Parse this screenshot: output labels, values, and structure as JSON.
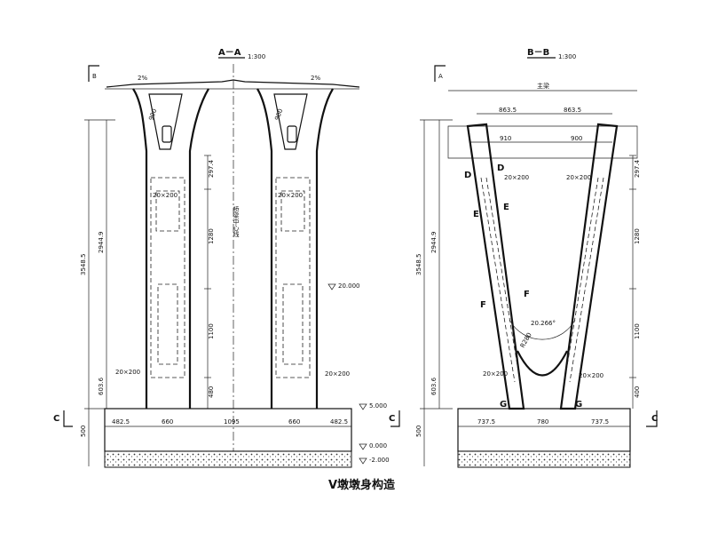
{
  "caption": "V墩墩身构造",
  "view_a": {
    "title": "A－A",
    "scale": "1:300",
    "marker_b": "B",
    "slope_left": "2%",
    "slope_right": "2%",
    "center_line_label": "桥梁中心线",
    "marker_c": "C",
    "dims": {
      "total_height": "3548.5",
      "upper_height": "2944.9",
      "lower_height": "603.6",
      "foot_height": "500",
      "seg1": "297.4",
      "seg2": "1280",
      "seg3": "1100",
      "seg4": "480",
      "head": "900",
      "base1": "482.5",
      "base2": "660",
      "base3": "1095",
      "base4": "660",
      "base5": "482.5"
    },
    "rebar": [
      "20×200",
      "20×200",
      "20×200",
      "20×200"
    ],
    "levels": [
      "20.000",
      "5.000",
      "0.000",
      "-2.000"
    ]
  },
  "view_b": {
    "title": "B－B",
    "scale": "1:300",
    "marker_a": "A",
    "main_beam": "主梁",
    "marker_c": "C",
    "dims": {
      "top1": "863.5",
      "top2": "863.5",
      "mid1": "910",
      "mid2": "900",
      "total_height": "3548.5",
      "upper_height": "2944.9",
      "lower_height": "603.6",
      "foot_height": "500",
      "seg1": "297.4",
      "seg2": "1280",
      "seg3": "1100",
      "seg4": "400",
      "base1": "737.5",
      "base2": "780",
      "base3": "737.5"
    },
    "section_labels": [
      "D",
      "D",
      "E",
      "E",
      "F",
      "F",
      "G",
      "G"
    ],
    "rebar": [
      "20×200",
      "20×200",
      "20×200",
      "20×200"
    ],
    "angle": "20.266°",
    "radius": "R280"
  }
}
